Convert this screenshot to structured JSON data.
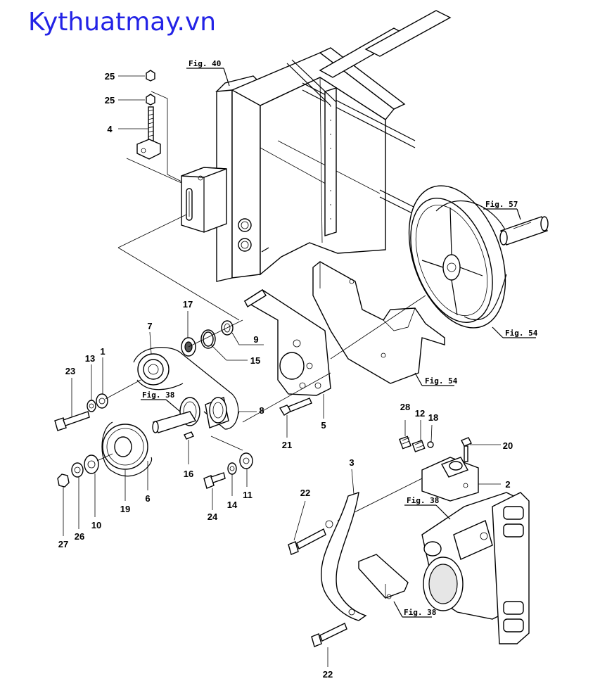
{
  "site_title": "Kythuatmay.vn",
  "part_labels": [
    "1",
    "2",
    "3",
    "4",
    "5",
    "6",
    "7",
    "8",
    "9",
    "10",
    "11",
    "12",
    "13",
    "14",
    "15",
    "16",
    "17",
    "18",
    "19",
    "20",
    "21",
    "22",
    "22",
    "23",
    "24",
    "25",
    "25",
    "26",
    "27",
    "28"
  ],
  "figure_refs": [
    "Fig. 40",
    "Fig. 57",
    "Fig. 54",
    "Fig. 54",
    "Fig. 38",
    "Fig. 38",
    "Fig. 38"
  ],
  "colors": {
    "title": "#2323e6",
    "line": "#000000",
    "background": "#ffffff"
  }
}
